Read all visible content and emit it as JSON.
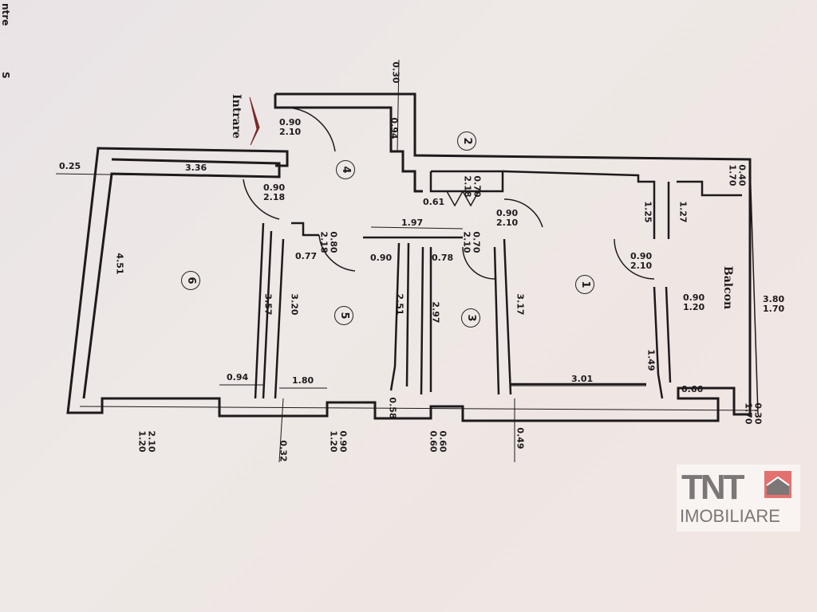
{
  "edge_text": [
    "ntre",
    "S"
  ],
  "entrance_label": "Intrare",
  "balcony_label": "Balcon",
  "rooms": [
    "1",
    "2",
    "3",
    "4",
    "5",
    "6"
  ],
  "doors": {
    "entrance": [
      "0.90",
      "2.10"
    ],
    "room6": [
      "0.90",
      "2.18"
    ],
    "wc2": [
      "0.70",
      "2.18"
    ],
    "room1": [
      "0.90",
      "2.10"
    ],
    "room5": [
      "0.80",
      "2.18"
    ],
    "room3": [
      "0.70",
      "2.10"
    ],
    "balcony": [
      "0.90",
      "2.10"
    ],
    "balcony_window": [
      "0.90",
      "1.20"
    ]
  },
  "dimensions": {
    "d025": "0.25",
    "d336": "3.36",
    "d030top": "0.30",
    "d094top": "0.94",
    "d061": "0.61",
    "d197": "1.97",
    "d077": "0.77",
    "d090": "0.90",
    "d078": "0.78",
    "d125": "1.25",
    "d127": "1.27",
    "d451": "4.51",
    "d357": "3.57",
    "d320": "3.20",
    "d251": "2.51",
    "d297": "2.97",
    "d317": "3.17",
    "d149": "1.49",
    "d301": "3.01",
    "d066": "0.66",
    "d094": "0.94",
    "d180": "1.80",
    "d058": "0.58",
    "d032": "0.32",
    "d049": "0.49"
  },
  "windows": {
    "w_top_right": [
      "0.40",
      "1.70"
    ],
    "w_balcony": [
      "3.80",
      "1.70"
    ],
    "w_bottom_right": [
      "0.30",
      "1.70"
    ],
    "w_room6": [
      "2.10",
      "1.20"
    ],
    "w_room5": [
      "0.90",
      "1.20"
    ],
    "w_room3": [
      "0.60",
      "0.60"
    ]
  },
  "logo": {
    "brand": "TNT",
    "sub": "IMOBILIARE",
    "accent": "#e3716f",
    "gray": "#7d7676"
  }
}
